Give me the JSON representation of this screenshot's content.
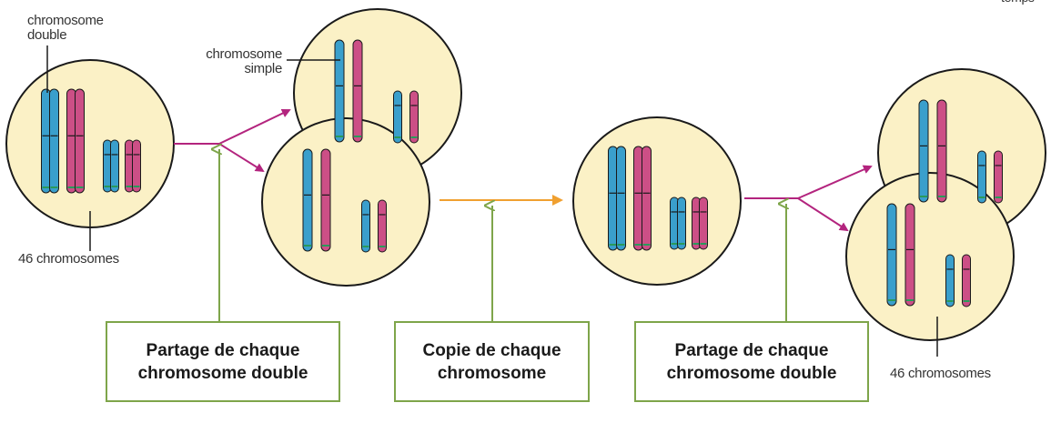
{
  "labels": {
    "double_chromosome": [
      "chromosome",
      "double"
    ],
    "simple_chromosome": [
      "chromosome",
      "simple"
    ],
    "count_left": "46 chromosomes",
    "count_right": "46 chromosomes",
    "corner_fragment": "temps"
  },
  "steps": [
    {
      "lines": [
        "Partage de chaque",
        "chromosome double"
      ]
    },
    {
      "lines": [
        "Copie de chaque",
        "chromosome"
      ]
    },
    {
      "lines": [
        "Partage de chaque",
        "chromosome double"
      ]
    }
  ],
  "colors": {
    "cell_fill": "#fbf1c6",
    "blue_chromosome": "#3a9fcc",
    "pink_chromosome": "#cc4f86",
    "division_arrow": "#b3247e",
    "copy_arrow": "#f0a030",
    "pointer_arrow": "#7ea54a",
    "centromere_band": "#2a9a5a"
  }
}
